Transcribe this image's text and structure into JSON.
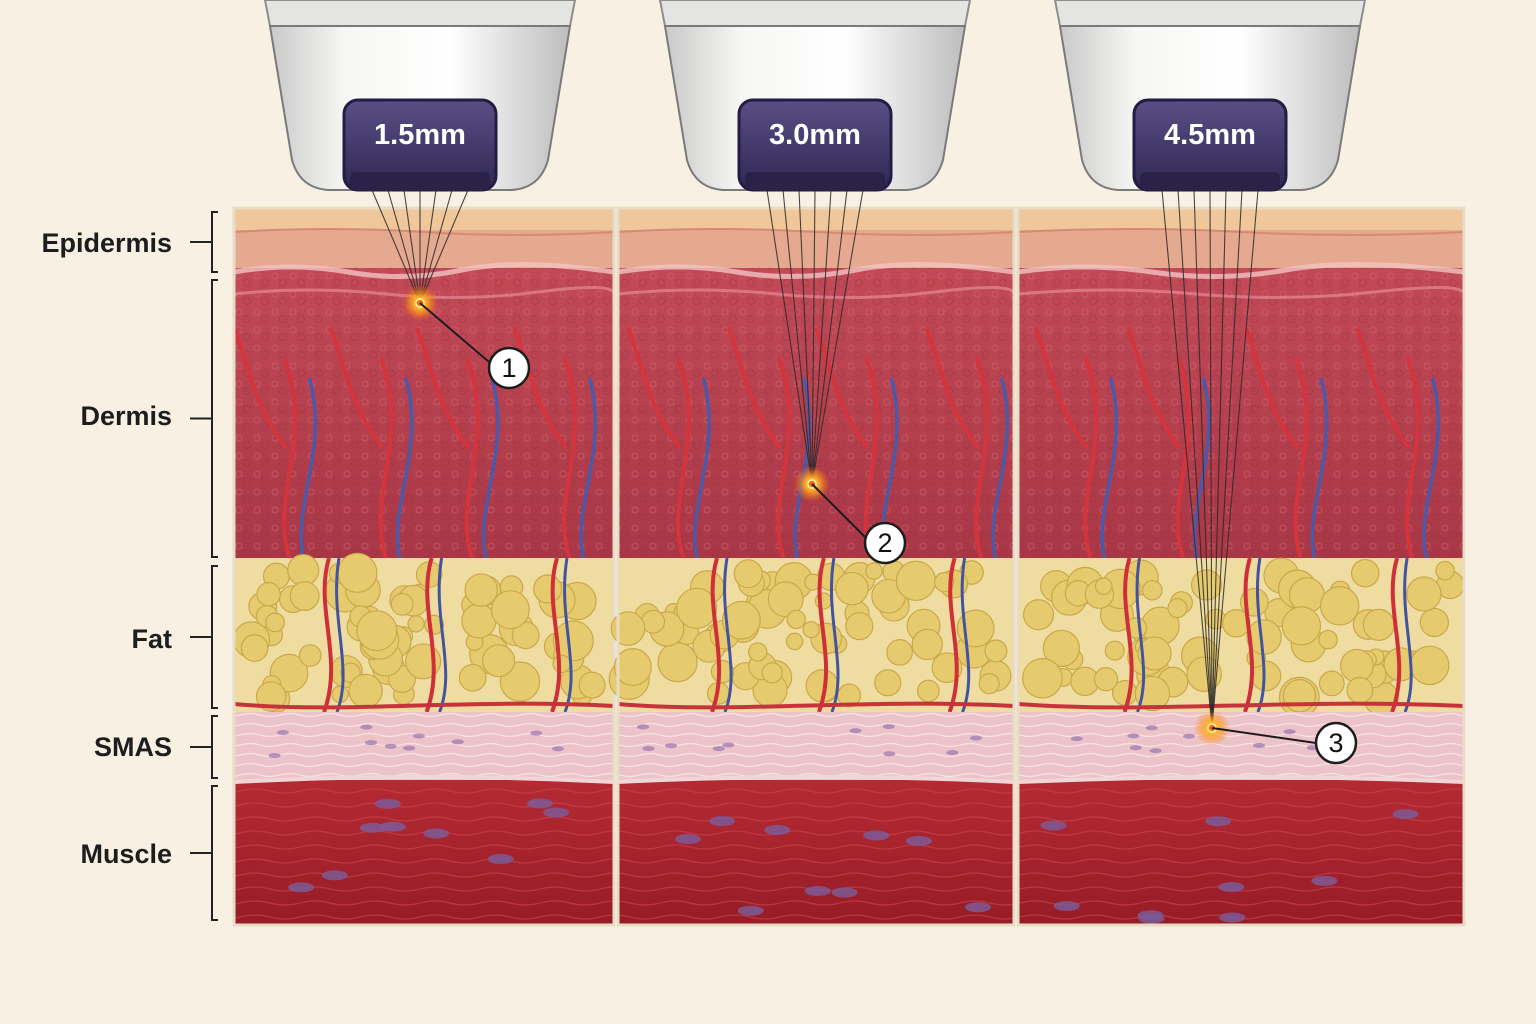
{
  "layers": [
    {
      "id": "epidermis",
      "label": "Epidermis"
    },
    {
      "id": "dermis",
      "label": "Dermis"
    },
    {
      "id": "fat",
      "label": "Fat"
    },
    {
      "id": "smas",
      "label": "SMAS"
    },
    {
      "id": "muscle",
      "label": "Muscle"
    }
  ],
  "panels": [
    {
      "depth_label": "1.5mm",
      "marker": "1",
      "target_layer": "dermis"
    },
    {
      "depth_label": "3.0mm",
      "marker": "2",
      "target_layer": "dermis"
    },
    {
      "depth_label": "4.5mm",
      "marker": "3",
      "target_layer": "smas"
    }
  ],
  "colors": {
    "background": "#f8f1e3",
    "epidermis": "#e8b98f",
    "dermis": "#b8404f",
    "fat": "#e8d27e",
    "smas": "#ecc2c6",
    "muscle": "#a8232d",
    "transducer_window": "#3f3565",
    "focal_point": "#ff9a1a"
  },
  "icons": [
    "transducer-icon",
    "focal-point-icon"
  ]
}
